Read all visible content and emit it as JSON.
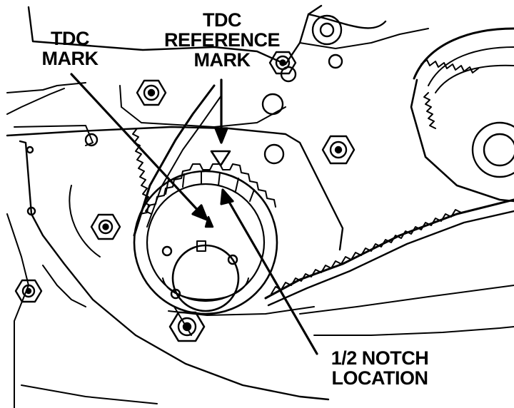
{
  "labels": {
    "tdc_mark": [
      "TDC",
      "MARK"
    ],
    "tdc_reference_mark": [
      "TDC",
      "REFERENCE",
      "MARK"
    ],
    "half_notch_location": [
      "1/2 NOTCH",
      "LOCATION"
    ]
  },
  "colors": {
    "ink": "#000000",
    "paper": "#ffffff"
  }
}
